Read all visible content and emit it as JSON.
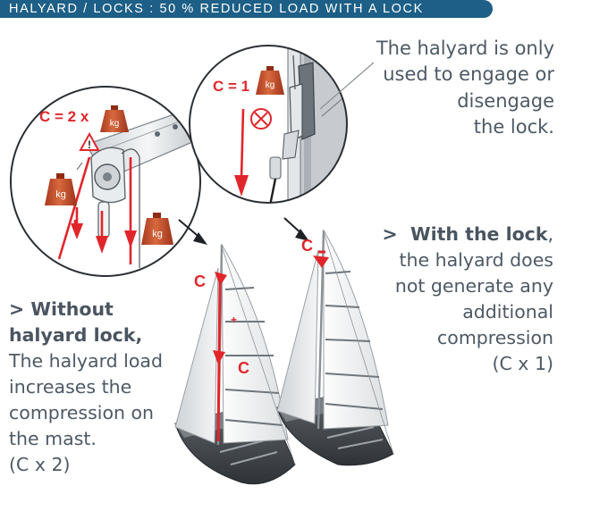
{
  "header": {
    "title": "HALYARD / LOCKS : 50 % REDUCED LOAD WITH A LOCK"
  },
  "top_note": {
    "lines": [
      "The halyard is only",
      "used to engage or",
      "disengage",
      "the lock."
    ]
  },
  "lock_note": {
    "prefix": ">",
    "heading": "With the lock",
    "heading_suffix": ",",
    "lines": [
      "the halyard does",
      "not generate any",
      "additional",
      "compression",
      "(C x 1)"
    ]
  },
  "nolock_note": {
    "prefix": ">",
    "heading_line1": "Without",
    "heading_line2": "halyard lock,",
    "lines": [
      "The halyard load",
      "increases the",
      "compression on",
      "the mast.",
      "(C x 2)"
    ]
  },
  "left_detail": {
    "load_label": "C = 2 x",
    "weight_unit": "kg",
    "warning_symbol": "!"
  },
  "right_detail": {
    "load_label": "C = 1",
    "weight_unit": "kg"
  },
  "boats": {
    "compression_letter": "C",
    "plus_symbol": "+"
  },
  "colors": {
    "header_bg": "#1d5f86",
    "text": "#4d5964",
    "accent_red": "#e0262b",
    "weight": "#c24a2c"
  }
}
